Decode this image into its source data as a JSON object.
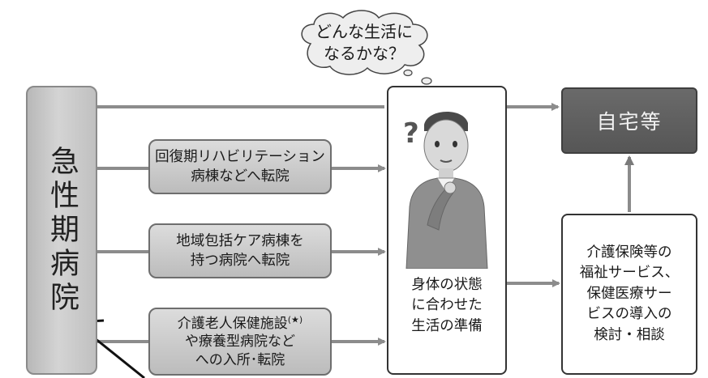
{
  "hospital": {
    "label": "急性期病院"
  },
  "routes": [
    {
      "text": "回復期リハビリテーション\n病棟などへ転院"
    },
    {
      "text": "地域包括ケア病棟を\n持つ病院へ転院"
    },
    {
      "line1": "介護老人保健施設",
      "star": "(★)",
      "text": "や療養型病院など\nへの入所･転院"
    }
  ],
  "thought": {
    "text": "どんな生活に\nなるかな？"
  },
  "person": {
    "text": "身体の状態\nに合わせた\n生活の準備"
  },
  "home": {
    "label": "自宅等"
  },
  "services": {
    "text": "介護保険等の\n福祉サービス、\n保健医療サー\nビスの導入の\n検討・相談"
  },
  "colors": {
    "arrow": "#8c8c8c",
    "home_fill": "#5f5f5f",
    "route_fill": "#cfcfcf",
    "hospital_fill": "#c8c8c8"
  }
}
